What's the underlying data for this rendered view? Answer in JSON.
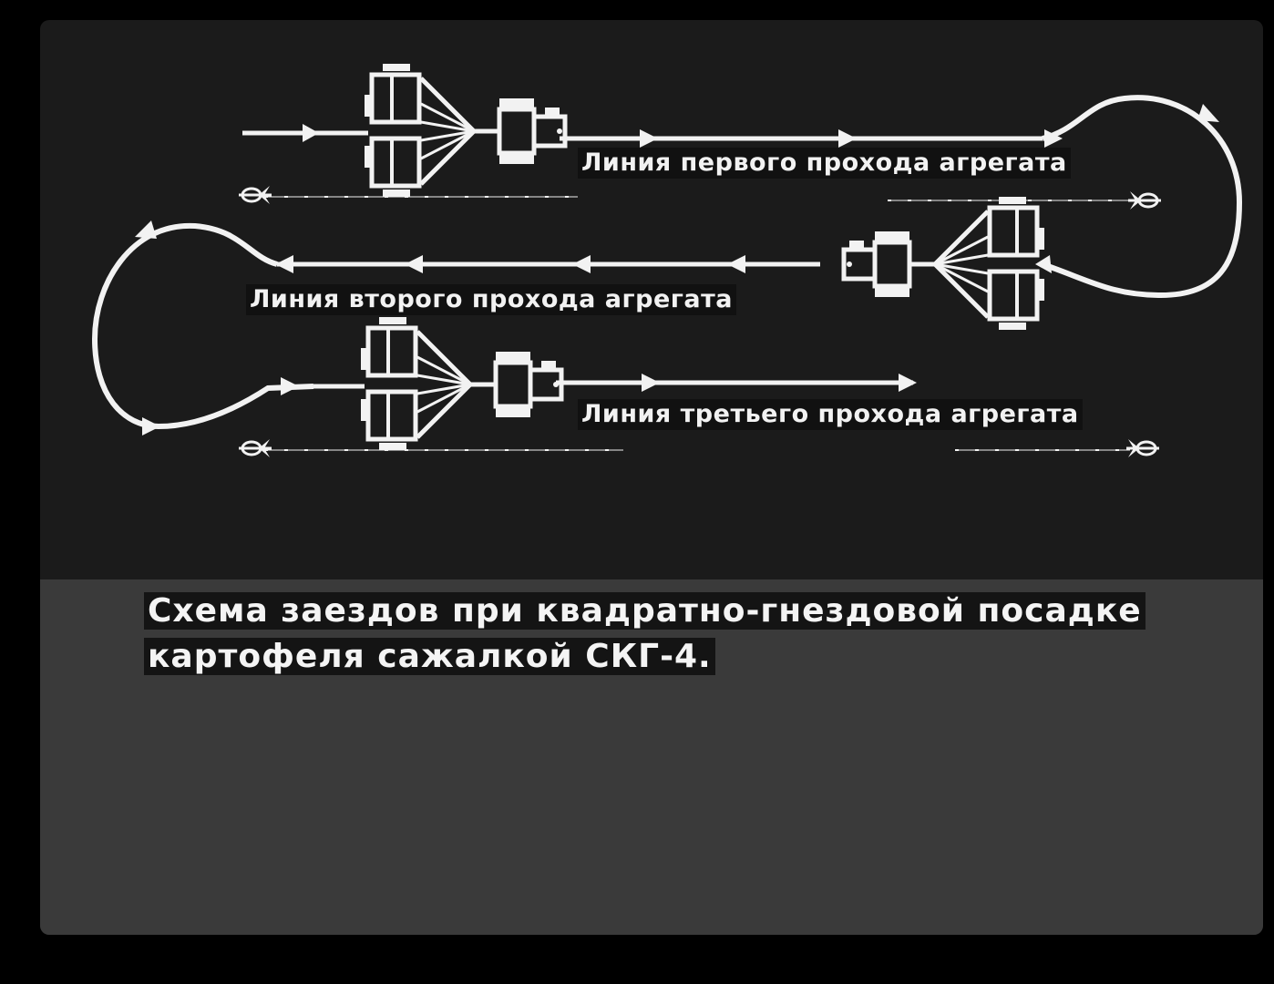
{
  "diagram": {
    "labels": {
      "first_pass": "Линия первого прохода агрегата",
      "second_pass": "Линия второго прохода агрегата",
      "third_pass": "Линия третьего прохода агрегата"
    }
  },
  "caption": {
    "line1": "Схема заездов при квадратно-гнездовой посадке",
    "line2": "картофеля сажалкой СКГ-4."
  },
  "colors": {
    "background": "#1b1b1b",
    "caption_panel": "#3a3a3a",
    "lines": "#f2f2f2"
  }
}
